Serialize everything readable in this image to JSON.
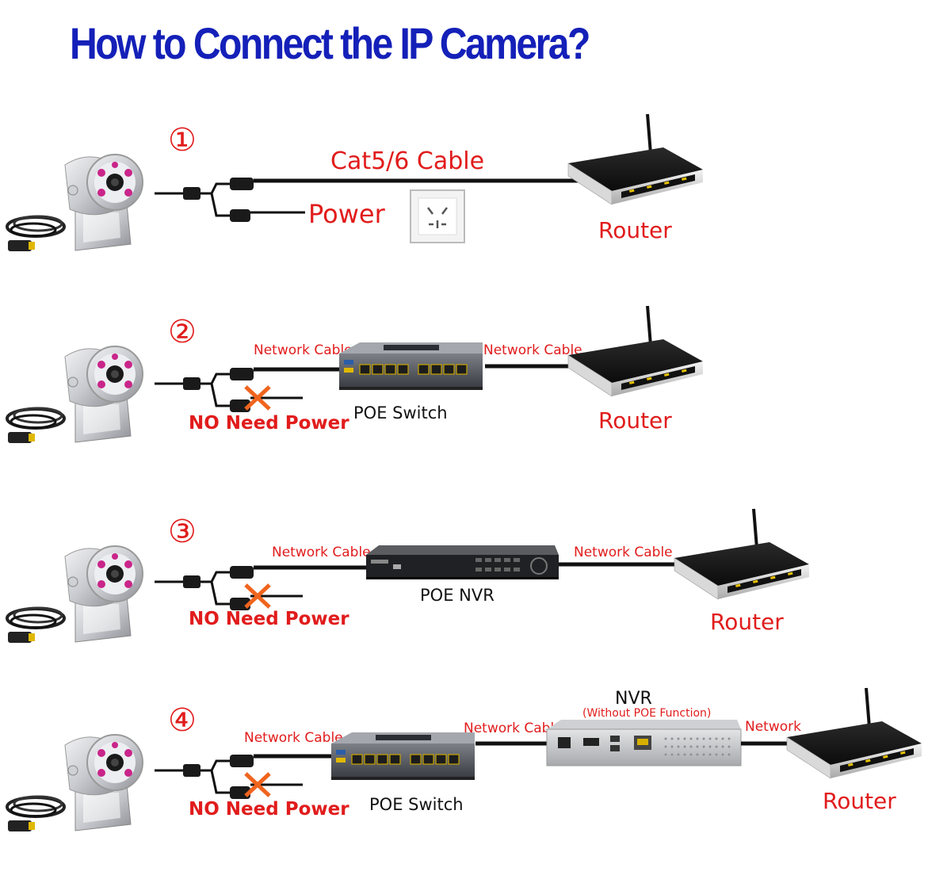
{
  "title": "How to Connect the IP Camera?",
  "steps": [
    {
      "number": "①",
      "cable": "Cat5/6 Cable",
      "power": "Power",
      "router": "Router"
    },
    {
      "number": "②",
      "cable_left": "Network Cable",
      "cable_right": "Network Cable",
      "no_power": "NO Need Power",
      "device": "POE Switch",
      "router": "Router"
    },
    {
      "number": "③",
      "cable_left": "Network Cable",
      "cable_right": "Network Cable",
      "no_power": "NO Need Power",
      "device": "POE NVR",
      "router": "Router"
    },
    {
      "number": "④",
      "cable_left": "Network Cable",
      "cable_mid": "Network Cable",
      "cable_right": "Network",
      "no_power": "NO Need Power",
      "device": "POE Switch",
      "nvr_title": "NVR",
      "nvr_subtitle": "(Without POE Function)",
      "router": "Router"
    }
  ],
  "colors": {
    "title": "#1420b8",
    "label_red": "#e11c1c",
    "label_black": "#111111"
  },
  "icons": [
    "ip-camera-icon",
    "router-icon",
    "wall-socket-icon",
    "poe-switch-icon",
    "poe-nvr-icon",
    "nvr-icon",
    "cross-mark-icon"
  ]
}
